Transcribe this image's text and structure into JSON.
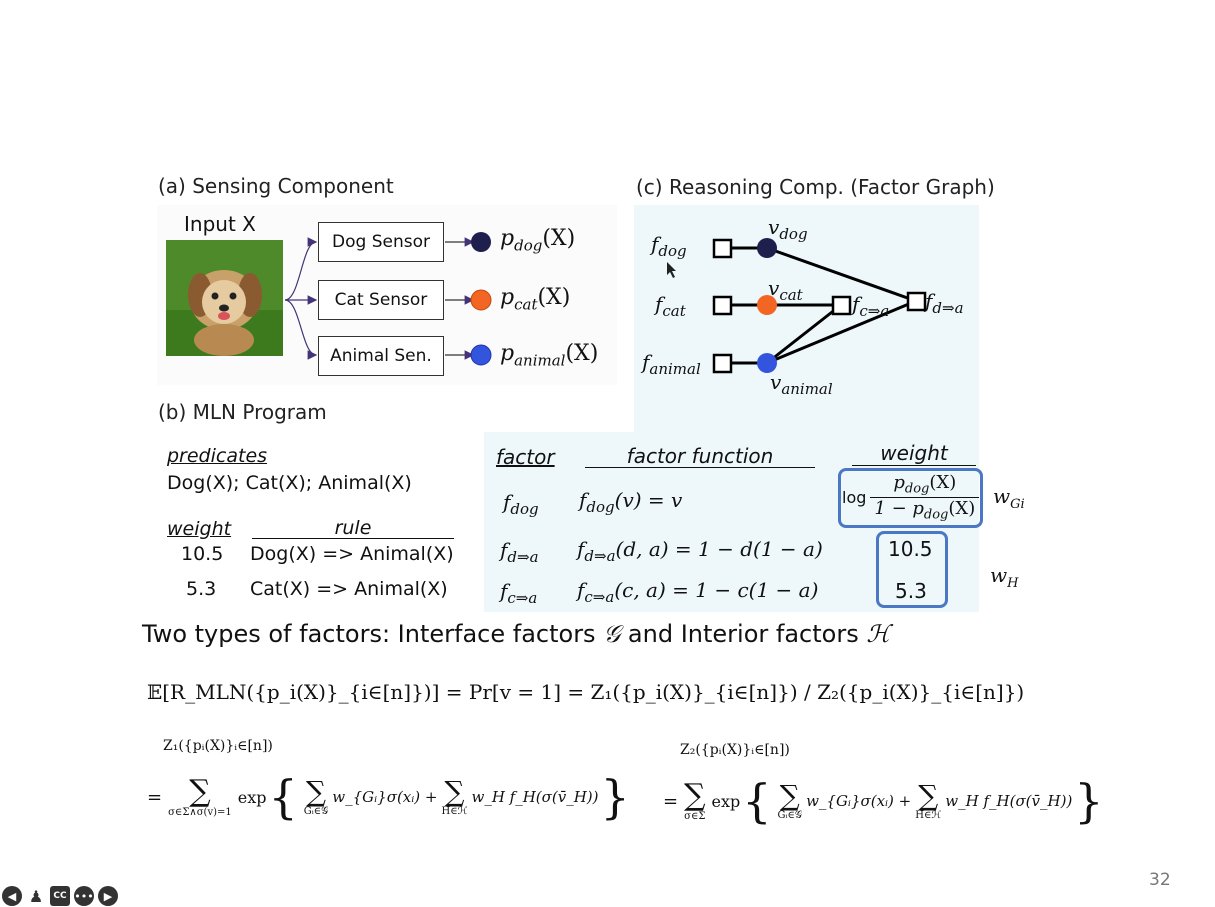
{
  "panel_a": {
    "title": "(a) Sensing Component",
    "input_label": "Input X",
    "sensors": [
      {
        "label": "Dog Sensor",
        "prob": "p",
        "sub": "dog",
        "tail": "(X)",
        "color": "#1f1f4d"
      },
      {
        "label": "Cat Sensor",
        "prob": "p",
        "sub": "cat",
        "tail": "(X)",
        "color": "#f26522"
      },
      {
        "label": "Animal Sen.",
        "prob": "p",
        "sub": "animal",
        "tail": "(X)",
        "color": "#3355dd"
      }
    ]
  },
  "panel_b": {
    "title": "(b) MLN Program",
    "predicates_header": "predicates",
    "predicates": "Dog(X); Cat(X); Animal(X)",
    "weight_header": "weight",
    "rule_header": "rule",
    "rules": [
      {
        "weight": "10.5",
        "rule": "Dog(X) => Animal(X)"
      },
      {
        "weight": "5.3",
        "rule": "Cat(X) => Animal(X)"
      }
    ]
  },
  "panel_c": {
    "title": "(c) Reasoning Comp. (Factor Graph)",
    "factors": {
      "f_dog": "dog",
      "f_cat": "cat",
      "f_animal": "animal",
      "f_c_a": "c⇒a",
      "f_d_a": "d⇒a"
    },
    "variables": {
      "v_dog": "dog",
      "v_cat": "cat",
      "v_animal": "animal"
    }
  },
  "table": {
    "headers": {
      "factor": "factor",
      "function": "factor function",
      "weight": "weight"
    },
    "rows": [
      {
        "factor_sub": "dog",
        "func": "f",
        "func_sub": "dog",
        "func_rest": "(v) = v",
        "weight": ""
      },
      {
        "factor_sub": "d⇒a",
        "func": "f",
        "func_sub": "d⇒a",
        "func_rest": "(d, a) = 1  − d(1 − a)",
        "weight": "10.5"
      },
      {
        "factor_sub": "c⇒a",
        "func": "f",
        "func_sub": "c⇒a",
        "func_rest": "(c, a) = 1  − c(1 − a)",
        "weight": "5.3"
      }
    ],
    "log_weight": {
      "log": "log",
      "num": "p",
      "num_sub": "dog",
      "num_tail": "(X)",
      "den_pre": "1 − p",
      "den_sub": "dog",
      "den_tail": "(X)"
    },
    "w_g_label": "w",
    "w_g_sub": "Gi",
    "w_h_label": "w",
    "w_h_sub": "H"
  },
  "headline": {
    "text": "Two types of factors: Interface factors ",
    "g_symbol": "𝒢",
    "middle": " and Interior factors ",
    "h_symbol": "ℋ"
  },
  "equations": {
    "main": "𝔼[R_MLN({p_i(X)}_{i∈[n]})] = Pr[v = 1] = Z₁({p_i(X)}_{i∈[n]}) / Z₂({p_i(X)}_{i∈[n]})",
    "z1_head": "Z₁({pᵢ(X)}ᵢ∈[n])",
    "z2_head": "Z₂({pᵢ(X)}ᵢ∈[n])",
    "z1_sum_under": "σ∈Σ∧σ(v)=1",
    "z2_sum_under": "σ∈Σ",
    "inner_g_under": "Gᵢ∈𝒢",
    "inner_h_under": "H∈ℋ",
    "exp": "exp",
    "term_g": "w_{Gᵢ}σ(xᵢ) +",
    "term_h": "w_H f_H(σ(v̄_H))"
  },
  "page_number": "32",
  "controls": [
    "prev-icon",
    "person-icon",
    "cc-icon",
    "more-icon",
    "next-icon"
  ]
}
